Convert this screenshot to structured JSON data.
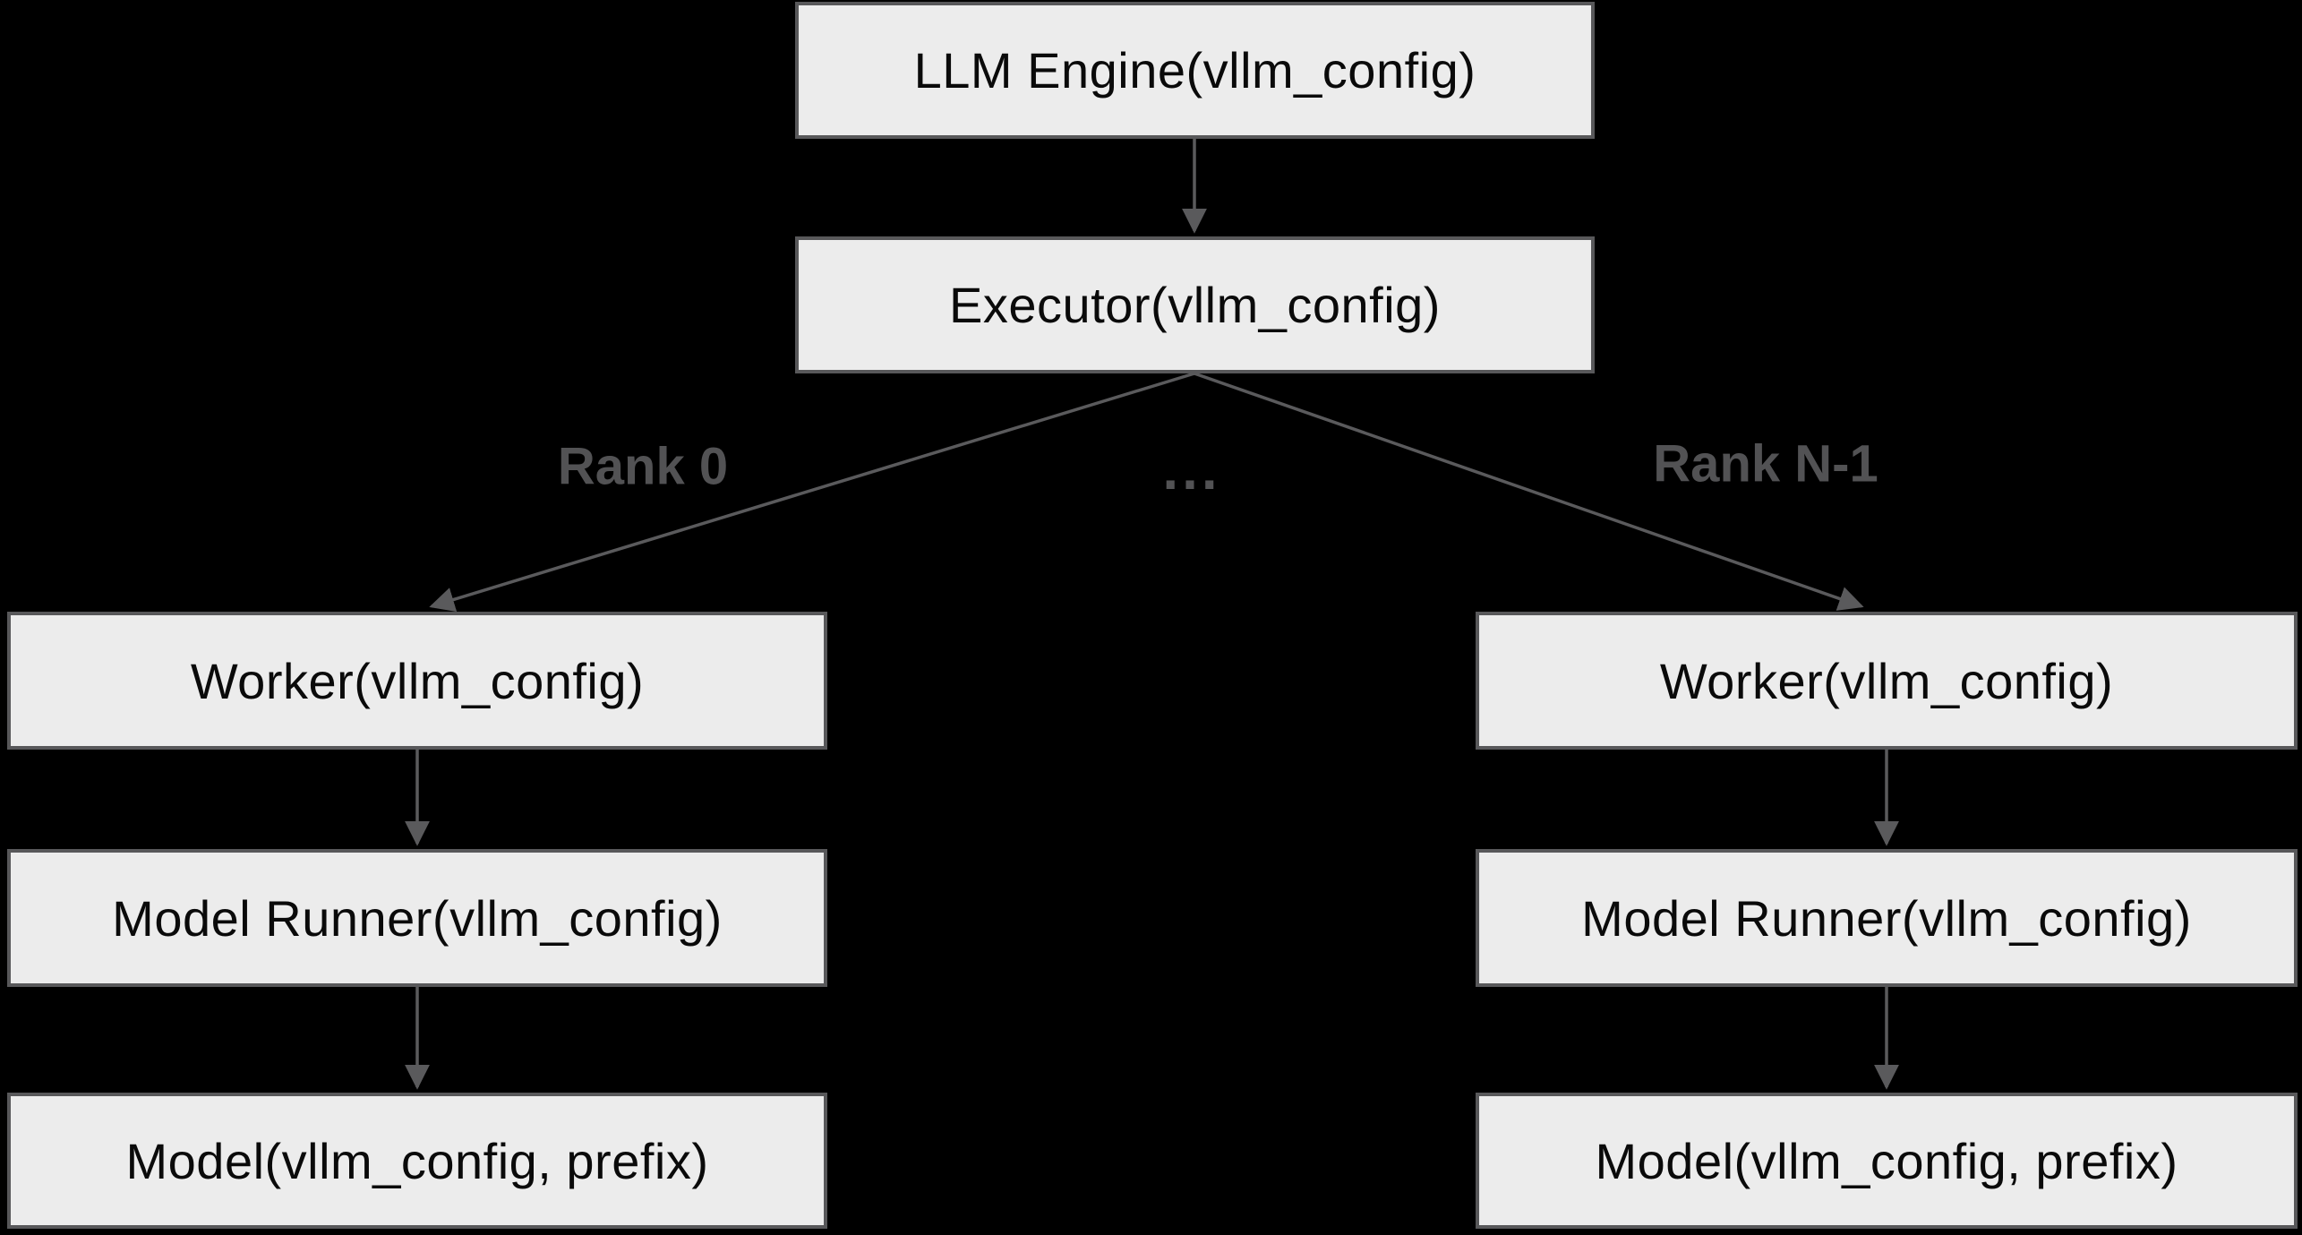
{
  "colors": {
    "background": "#000000",
    "node-fill": "#ececec",
    "node-border": "#58585a",
    "edge": "#5a5a5c",
    "edge-label": "#525254",
    "node-text": "#0a0a0a"
  },
  "nodes": {
    "llm_engine": {
      "label": "LLM Engine(vllm_config)"
    },
    "executor": {
      "label": "Executor(vllm_config)"
    },
    "worker_rank0": {
      "label": "Worker(vllm_config)"
    },
    "model_runner_rank0": {
      "label": "Model Runner(vllm_config)"
    },
    "model_rank0": {
      "label": "Model(vllm_config, prefix)"
    },
    "worker_rankn": {
      "label": "Worker(vllm_config)"
    },
    "model_runner_rankn": {
      "label": "Model Runner(vllm_config)"
    },
    "model_rankn": {
      "label": "Model(vllm_config, prefix)"
    }
  },
  "edge_labels": {
    "rank0": "Rank 0",
    "ellipsis": "...",
    "rank_n_minus_1": "Rank N-1"
  }
}
